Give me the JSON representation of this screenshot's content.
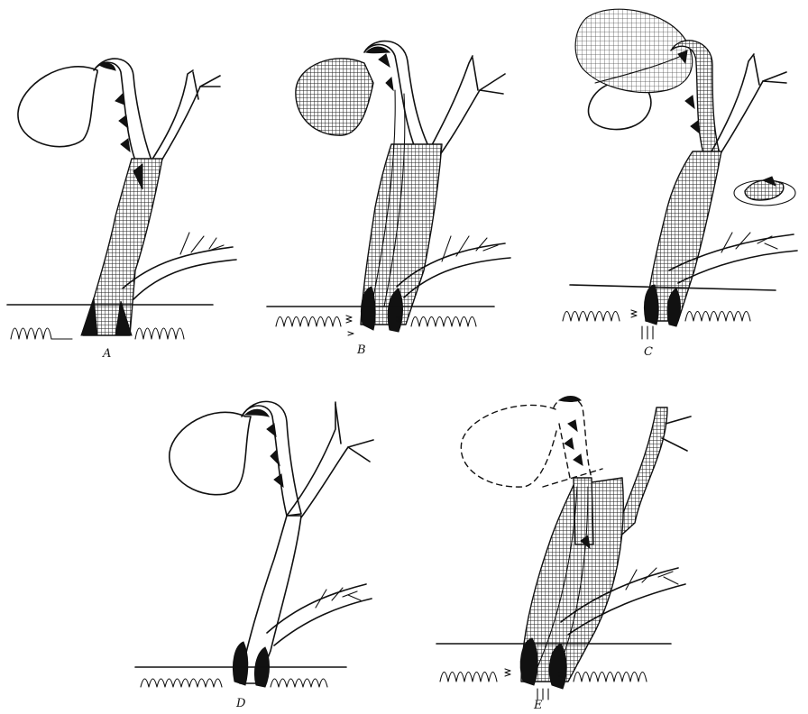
{
  "figure": {
    "panels": [
      {
        "id": "A",
        "label": "A"
      },
      {
        "id": "B",
        "label": "B"
      },
      {
        "id": "C",
        "label": "C"
      },
      {
        "id": "D",
        "label": "D"
      },
      {
        "id": "E",
        "label": "E"
      }
    ],
    "colors": {
      "ink": "#111111",
      "background": "#ffffff"
    }
  }
}
